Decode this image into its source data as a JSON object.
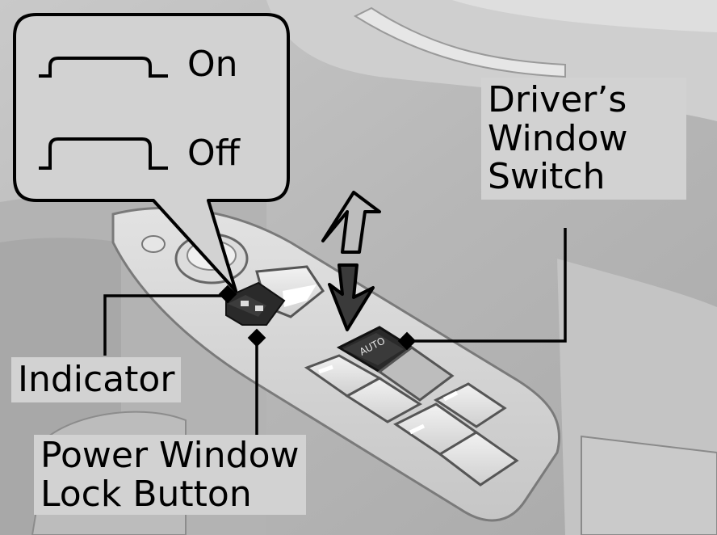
{
  "legend": {
    "on_label": "On",
    "off_label": "Off"
  },
  "callouts": {
    "drivers_window_switch": [
      "Driver’s",
      "Window",
      "Switch"
    ],
    "indicator": "Indicator",
    "power_window_lock_button": [
      "Power Window",
      "Lock Button"
    ]
  },
  "switch_labels": {
    "auto": "AUTO"
  },
  "colors": {
    "background": "#bdbdbd",
    "label_box": "#d2d2d2",
    "outline": "#000000",
    "switch_dark": "#2a2a2a"
  }
}
